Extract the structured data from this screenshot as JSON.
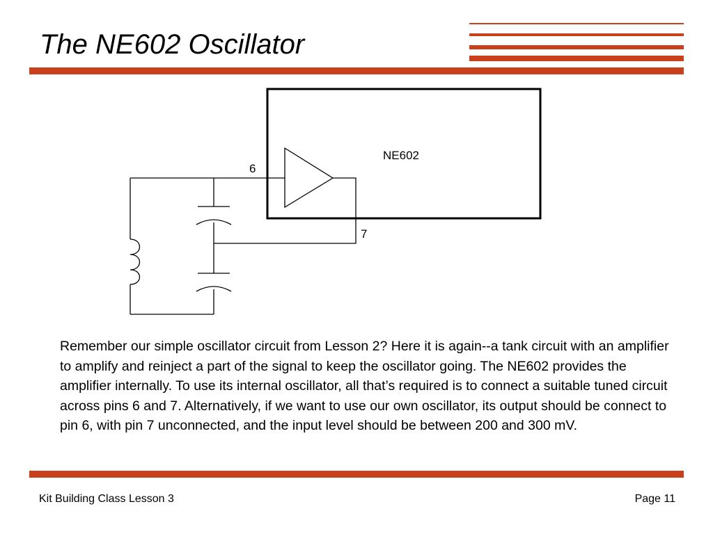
{
  "slide": {
    "title": "The NE602 Oscillator",
    "body": "Remember our simple oscillator circuit from Lesson 2? Here it is again--a tank circuit with an amplifier to amplify and reinject a part of the signal to keep the oscillator going. The NE602 provides the amplifier internally. To use its internal oscillator, all that’s required is to connect a suitable tuned circuit across pins 6 and 7. Alternatively, if we want to use our own oscillator, its output should be connect to pin 6, with pin 7 unconnected, and the input level should be between 200 and 300 mV."
  },
  "diagram": {
    "chip_label": "NE602",
    "pin_in": "6",
    "pin_out": "7"
  },
  "footer": {
    "left": "Kit Building Class Lesson 3",
    "right": "Page 11"
  },
  "colors": {
    "accent": "#c8401c"
  }
}
